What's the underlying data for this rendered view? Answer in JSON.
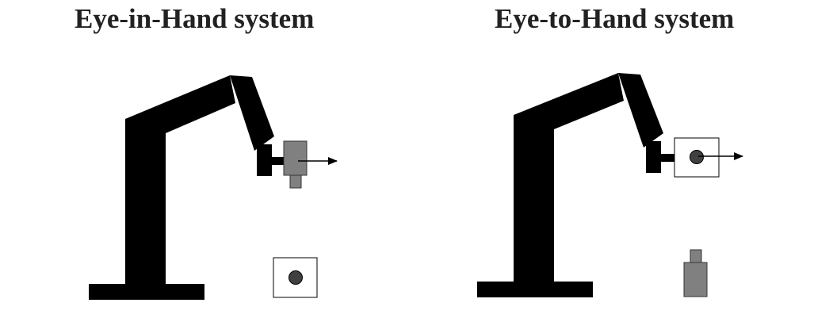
{
  "panels": [
    {
      "id": "eye-in-hand",
      "title": "Eye-in-Hand system",
      "camera_location": "mounted on robot end-effector",
      "target_location": "on the ground"
    },
    {
      "id": "eye-to-hand",
      "title": "Eye-to-Hand system",
      "camera_location": "on the ground",
      "target_location": "held by robot end-effector"
    }
  ],
  "colors": {
    "robot": "#000000",
    "camera_body": "#808080",
    "target_fill": "#ffffff",
    "target_dot": "#404040",
    "title_text": "#222222"
  },
  "icons": {
    "robot": "robot-arm-icon",
    "camera": "camera-icon",
    "target": "target-icon",
    "view_direction": "arrow-right-icon"
  }
}
